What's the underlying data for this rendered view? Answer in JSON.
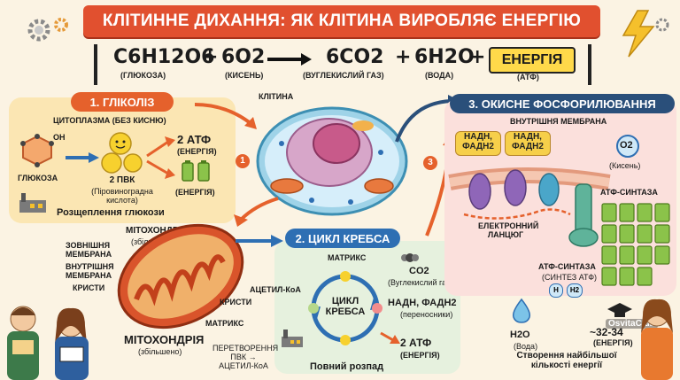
{
  "title": "КЛІТИННЕ ДИХАННЯ: ЯК КЛІТИНА ВИРОБЛЯЄ ЕНЕРГІЮ",
  "equation": {
    "glucose": "C6H12O6",
    "glucose_label": "(ГЛЮКОЗА)",
    "plus": "+",
    "oxygen": "6O2",
    "oxygen_label": "(КИСЕНЬ)",
    "co2": "6CO2",
    "co2_label": "(ВУГЛЕКИСЛИЙ ГАЗ)",
    "water": "6H2O",
    "water_label": "(ВОДА)",
    "energy": "ЕНЕРГІЯ",
    "energy_label": "(АТФ)"
  },
  "glycolysis": {
    "title": "1. ГЛІКОЛІЗ",
    "cytoplasm": "ЦИТОПЛАЗМА (БЕЗ КИСНЮ)",
    "oh": "OH",
    "glucose": "ГЛЮКОЗА",
    "pvk": "2 ПВК",
    "pvk_desc": "(Піровиноградна кислота)",
    "atp": "2 АТФ",
    "atp_energy": "(ЕНЕРГІЯ)",
    "energy2": "(ЕНЕРГІЯ)",
    "breakdown": "Розщеплення глюкози"
  },
  "cell": {
    "label": "КЛІТИНА",
    "step1": "1",
    "step3": "3"
  },
  "mitochondrion": {
    "label_top": "МІТОХОНДРІЯ",
    "label_top_sub": "(збільшено)",
    "outer_membrane": "ЗОВНІШНЯ МЕМБРАНА",
    "inner_membrane": "ВНУТРІШНЯ МЕМБРАНА",
    "cristae_left": "КРИСТИ",
    "cristae_right": "КРИСТИ",
    "matrix": "МАТРИКС",
    "label_bottom": "МІТОХОНДРІЯ",
    "label_bottom_sub": "(збільшено)"
  },
  "krebs": {
    "title": "2. ЦИКЛ КРЕБСА",
    "matrix": "МАТРИКС",
    "acetyl": "АЦЕТИЛ-КоА",
    "cycle": "ЦИКЛ КРЕБСА",
    "co2": "CO2",
    "co2_desc": "(Вуглекислий газ)",
    "nadh": "НАДН, ФАДН2",
    "nadh_desc": "(переносники)",
    "atp": "2 АТФ",
    "atp_desc": "(ЕНЕРГІЯ)",
    "conversion": "ПЕРЕТВОРЕННЯ ПВК → АЦЕТИЛ-КоА",
    "full": "Повний розпад"
  },
  "oxphos": {
    "title": "3. ОКИСНЕ ФОСФОРИЛЮВАННЯ",
    "inner_membrane": "ВНУТРІШНЯ МЕМБРАНА",
    "nadh1": "НАДН, ФАДН2",
    "nadh2": "НАДН, ФАДН2",
    "o2": "O2",
    "o2_desc": "(Кисень)",
    "atp_synthase": "АТФ-СИНТАЗА",
    "etc": "ЕЛЕКТРОННИЙ ЛАНЦЮГ",
    "synthase_bottom": "АТФ-СИНТАЗА",
    "synthase_desc": "(СИНТЕЗ АТФ)",
    "h": "H",
    "h2": "H2",
    "water": "H2O",
    "water_desc": "(Вода)",
    "atp_count": "~32-34",
    "atp_energy": "(ЕНЕРГІЯ)",
    "summary": "Створення найбільшої кількості енергії"
  },
  "watermark": "OsvitaClub",
  "colors": {
    "banner": "#e1502f",
    "glycolysis": "#e5612c",
    "krebs": "#2e6fb3",
    "oxphos": "#2a4f7a",
    "energy_box": "#ffd94a"
  }
}
